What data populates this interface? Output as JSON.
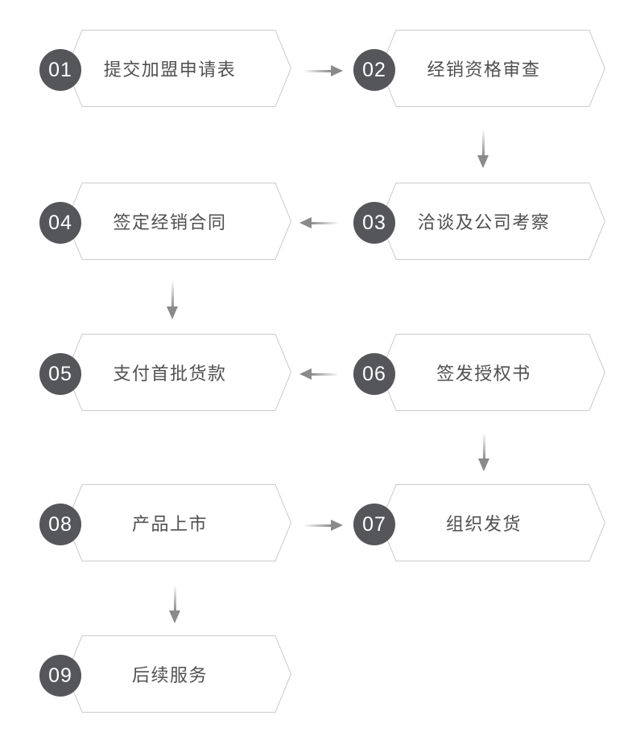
{
  "diagram": {
    "type": "process-flowchart",
    "steps": [
      {
        "number": "01",
        "label": "提交加盟申请表"
      },
      {
        "number": "02",
        "label": "经销资格审查"
      },
      {
        "number": "03",
        "label": "洽谈及公司考察"
      },
      {
        "number": "04",
        "label": "签定经销合同"
      },
      {
        "number": "05",
        "label": "支付首批货款"
      },
      {
        "number": "06",
        "label": "签发授权书"
      },
      {
        "number": "07",
        "label": "组织发货"
      },
      {
        "number": "08",
        "label": "产品上市"
      },
      {
        "number": "09",
        "label": "后续服务"
      }
    ],
    "connections": [
      {
        "from": "01",
        "to": "02",
        "direction": "right"
      },
      {
        "from": "02",
        "to": "03",
        "direction": "down"
      },
      {
        "from": "03",
        "to": "04",
        "direction": "left"
      },
      {
        "from": "04",
        "to": "05",
        "direction": "down"
      },
      {
        "from": "06",
        "to": "05",
        "direction": "left"
      },
      {
        "from": "06",
        "to": "07",
        "direction": "down"
      },
      {
        "from": "08",
        "to": "07",
        "direction": "right"
      },
      {
        "from": "08",
        "to": "09",
        "direction": "down"
      }
    ],
    "colors": {
      "badge_fill": "#54565a",
      "badge_text": "#ffffff",
      "node_border": "#cbcbcb",
      "node_fill": "#ffffff",
      "label_text": "#505050",
      "arrow": "#8a8a8a"
    }
  }
}
